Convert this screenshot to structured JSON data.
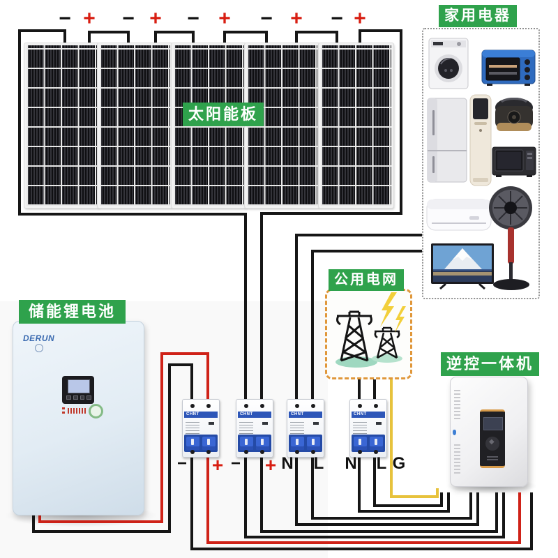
{
  "badges": {
    "solar": "太阳能板",
    "appliances": "家用电器",
    "battery": "储能锂电池",
    "grid": "公用电网",
    "inverter": "逆控一体机"
  },
  "brands": {
    "battery": "DERUN",
    "breaker": "CHNT"
  },
  "pv_terminals": [
    {
      "neg": "−",
      "pos": "+"
    },
    {
      "neg": "−",
      "pos": "+"
    },
    {
      "neg": "−",
      "pos": "+"
    },
    {
      "neg": "−",
      "pos": "+"
    },
    {
      "neg": "−",
      "pos": "+"
    }
  ],
  "io_labels": [
    "−",
    "+",
    "−",
    "+",
    "N",
    "L",
    "N",
    "L",
    "G"
  ],
  "appliances": [
    "washing-machine",
    "toaster-oven",
    "refrigerator",
    "column-air-conditioner",
    "rice-cooker",
    "microwave-oven",
    "wall-air-conditioner",
    "pedestal-fan",
    "television"
  ],
  "colors": {
    "badge_green": "#2fa24c",
    "wire_black": "#161616",
    "wire_red": "#cf2218",
    "wire_yellow": "#e7c23c",
    "grid_border_orange": "#e0973a",
    "breaker_blue": "#2d56b8"
  }
}
